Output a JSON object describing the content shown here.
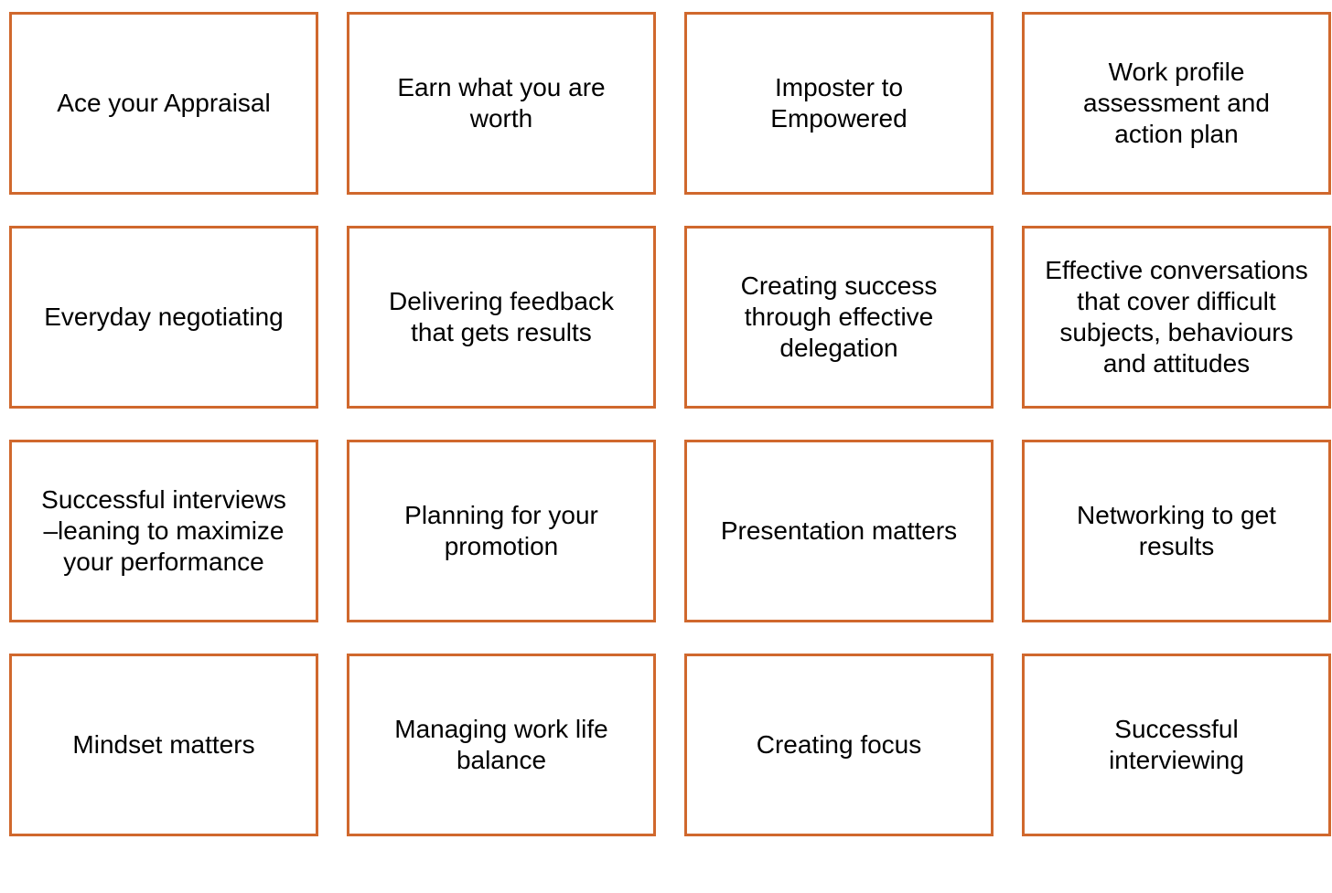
{
  "page": {
    "background_color": "#FFFFFF",
    "card_border_color": "#D0682D",
    "card_text_color": "#000000"
  },
  "grid": {
    "rows": 4,
    "cols": 4,
    "cards": [
      {
        "label": "Ace your Appraisal"
      },
      {
        "label": "Earn what you are\nworth"
      },
      {
        "label": "Imposter to\nEmpowered"
      },
      {
        "label": "Work profile\nassessment and\naction plan"
      },
      {
        "label": "Everyday negotiating"
      },
      {
        "label": "Delivering feedback\nthat gets results"
      },
      {
        "label": "Creating success\nthrough effective\ndelegation"
      },
      {
        "label": "Effective conversations\nthat cover difficult\nsubjects, behaviours\nand attitudes"
      },
      {
        "label": "Successful interviews\n–leaning to maximize\nyour performance"
      },
      {
        "label": "Planning for your\npromotion"
      },
      {
        "label": "Presentation matters"
      },
      {
        "label": "Networking to get\nresults"
      },
      {
        "label": "Mindset matters"
      },
      {
        "label": "Managing work life\nbalance"
      },
      {
        "label": "Creating focus"
      },
      {
        "label": "Successful\ninterviewing"
      }
    ]
  }
}
